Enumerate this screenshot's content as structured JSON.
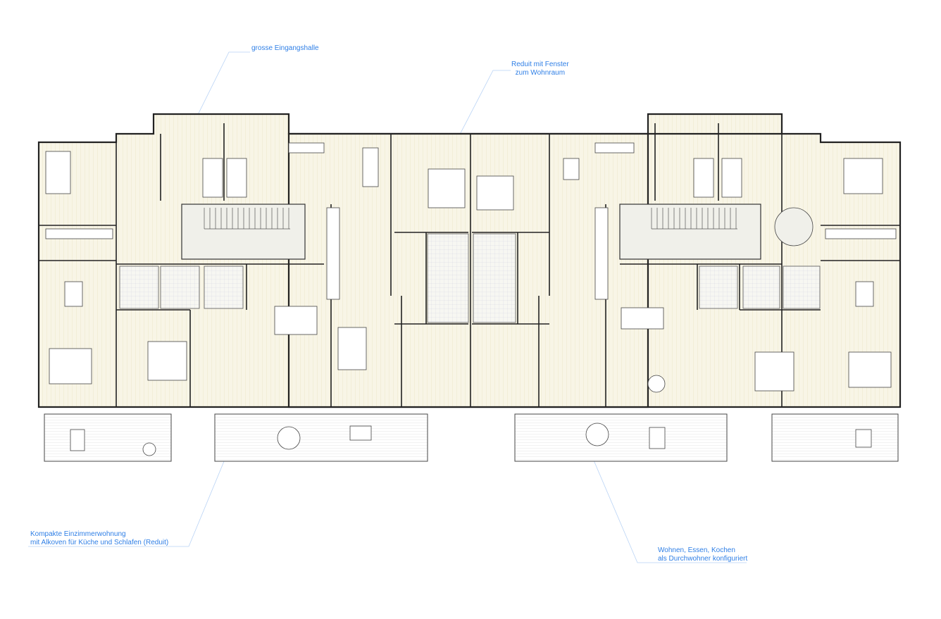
{
  "annotations": {
    "entrance_hall": [
      "grosse Eingangshalle"
    ],
    "reduit": [
      "Reduit mit Fenster",
      "zum Wohnraum"
    ],
    "compact_unit": [
      "Kompakte Einzimmerwohnung",
      "mit  Alkoven für Küche und Schlafen (Reduit)"
    ],
    "through_unit": [
      "Wohnen, Essen, Kochen",
      "als Durchwohner konfiguriert"
    ]
  },
  "colors": {
    "annotation": "#2f7fe6",
    "leader": "#b9d3f5",
    "wall": "#2a2a2a",
    "floor": "#f6f3e4",
    "core": "#f0f0ea"
  }
}
